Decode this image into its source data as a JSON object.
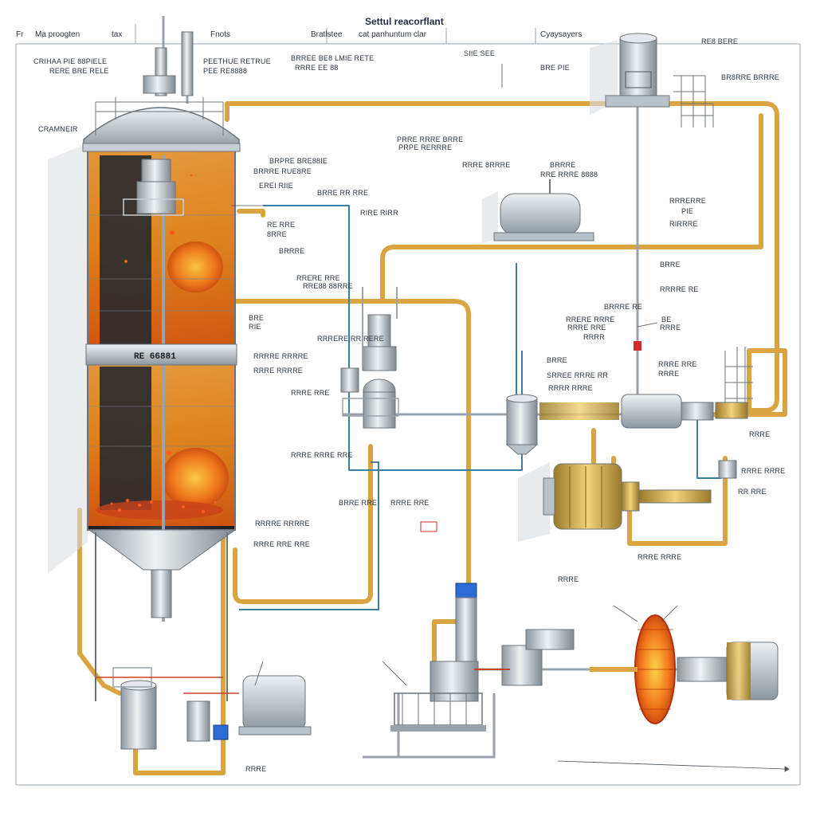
{
  "title": "Settul reacorflant",
  "header": {
    "left_a": "Fr",
    "left_b": "Ma proogten",
    "left_c": "tax",
    "col_1": "Fnots",
    "col_2": "Bratlstee",
    "col_3": "cat panhuntum clar",
    "col_4": "Cyaysayers"
  },
  "vessel_band_label": "RE 66881",
  "labels": {
    "vessel_side": "CRAMNEIR",
    "t1": "CRIHAA PIE 88PIELE",
    "t2": "RERE BRE RELE",
    "t3": "PEETHUE RETRUE",
    "t4": "PEE RE8888",
    "t5": "BRREE BE8 LMIE RETE",
    "t6": "RRRE EE 88",
    "t7": "SIIE SEE",
    "t8": "BRE PIE",
    "t9": "RE8 BERE",
    "t10": "BR8RRE BRRRE",
    "t11": "PRRE RRRE BRRE",
    "t12": "PRPE RERRRE",
    "t13": "BRPRE BRE88IE",
    "t14": "BRRRE RUE8RE",
    "t15": "EREI RIIE",
    "t16": "BRRE RR RRE",
    "t17": "RRRE 8RRRE",
    "t18": "BRRRE",
    "t19": "RRE RRRE 8888",
    "t20": "RRRERRE",
    "t21": "PIE",
    "t22": "RIRRRE",
    "t23": "RIRE RIRR",
    "t24": "RE RRE",
    "t25": "8RRE",
    "t26": "BRRRE",
    "t27": "RRERE RRE",
    "t28": "RRE88 88RRE",
    "t29": "BRRE",
    "t30": "RRRRE RE",
    "t31": "BRRRE RE",
    "t32": "RRERE RRRE",
    "t33": "RRRE RRE",
    "t34": "RRRR",
    "t35": "BE",
    "t36": "RRRE",
    "t37": "BRE",
    "t38": "RIE",
    "t39": "RRRERE RR RERE",
    "t40": "RRRRE RRRRE",
    "t41": "RRRE RRRRE",
    "t42": "BRRE",
    "t43": "SRREE RRRE RR",
    "t44": "RRRR RRRE",
    "t45": "RRRE RRE",
    "t46": "RRRE",
    "t47": "RRRE RRE",
    "t48": "RRRE RRRE RRE",
    "t49": "RRRE",
    "t50": "RRRE RRRE",
    "t51": "RR RRE",
    "t52": "BRRE RRE",
    "t53": "RRRE RRE",
    "t54": "RRRRE RRRRE",
    "t55": "RRRE RRE RRE",
    "t56": "RRRE RRRE",
    "t57": "RRRE",
    "t58": "RRRE"
  },
  "colors": {
    "pipe_gold": "#d9a441",
    "pipe_blue": "#3d7fa0",
    "steel": "#b8c0c8",
    "fire": "#f08a1a",
    "dark_core": "#2a2a2e"
  }
}
